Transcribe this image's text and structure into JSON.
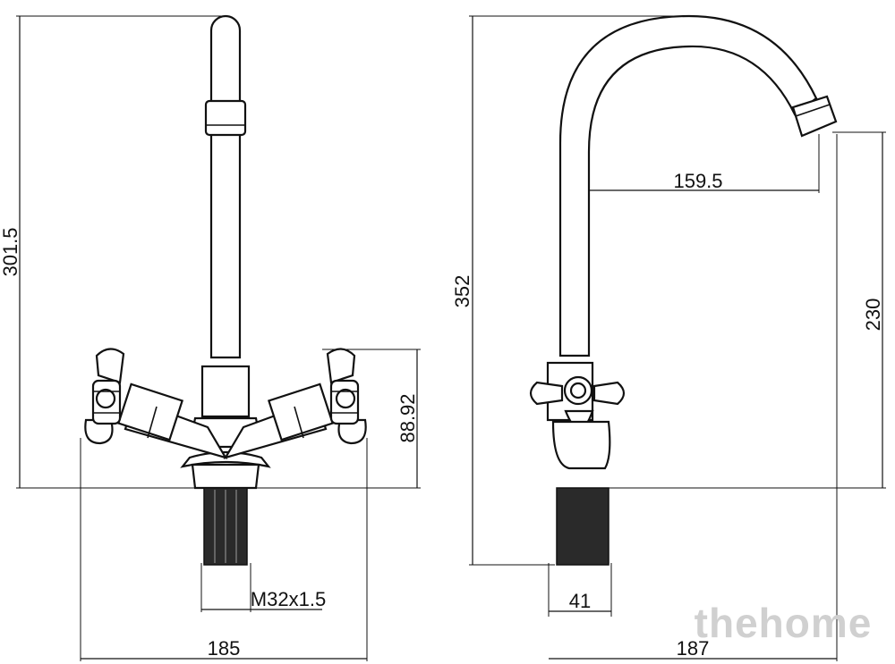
{
  "dimensions": {
    "front_height": "301.5",
    "front_handle_height": "88.92",
    "front_thread": "M32x1.5",
    "front_width": "185",
    "side_height": "352",
    "side_reach": "159.5",
    "side_spout_height": "230",
    "side_base_width": "41",
    "side_depth": "187"
  },
  "watermark": {
    "text": "thehome"
  },
  "colors": {
    "line": "#111111",
    "thread_fill": "#2a2a2a",
    "watermark": "#d0d0d0"
  }
}
